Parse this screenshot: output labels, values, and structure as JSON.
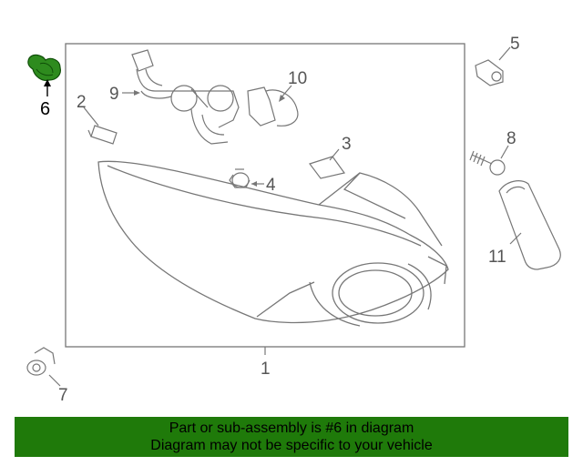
{
  "labels": {
    "p1": "1",
    "p2": "2",
    "p3": "3",
    "p4": "4",
    "p5": "5",
    "p6": "6",
    "p7": "7",
    "p8": "8",
    "p9": "9",
    "p10": "10",
    "p11": "11"
  },
  "highlight_part": "6",
  "colors": {
    "highlight": "#2e8b1e",
    "footer_background": "#1f7a0a",
    "line": "#777777"
  },
  "footer": {
    "line1": "Part or sub-assembly is #6 in diagram",
    "line2": "Diagram may not be specific to your vehicle"
  }
}
